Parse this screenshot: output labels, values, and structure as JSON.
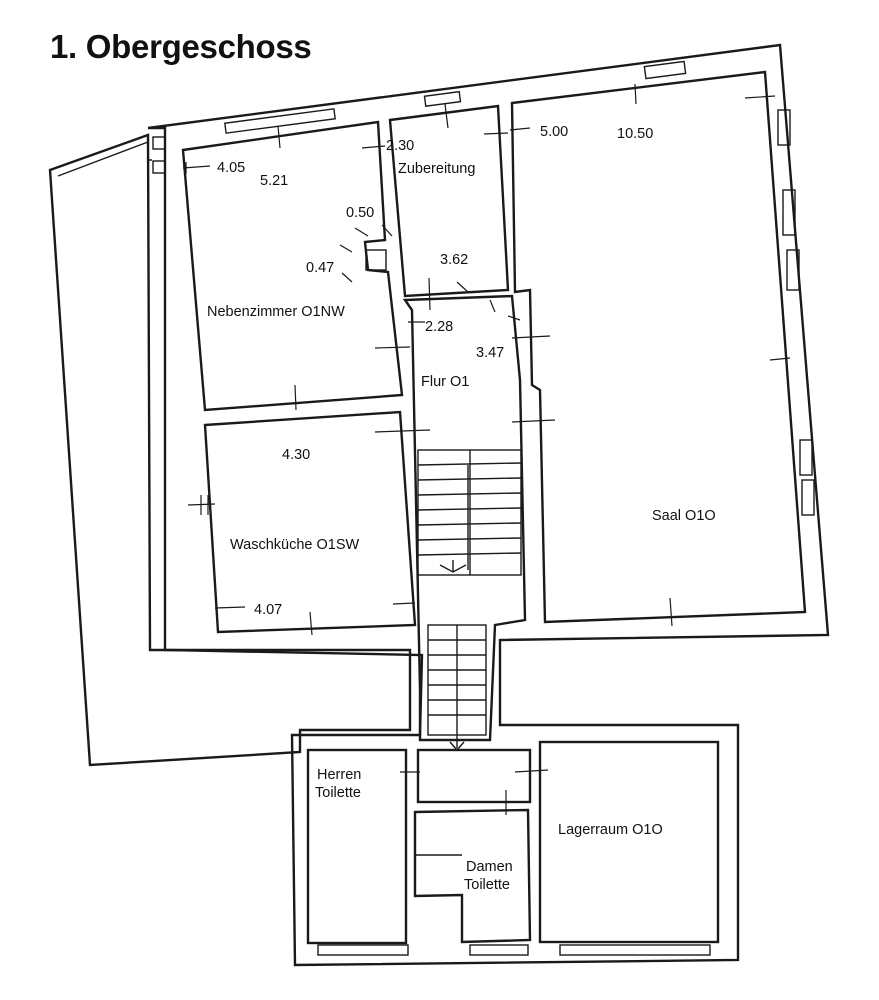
{
  "floor": {
    "title": "1. Obergeschoss"
  },
  "rooms": {
    "nebenzimmer": "Nebenzimmer O1NW",
    "zubereitung": "Zubereitung",
    "flur": "Flur O1",
    "saal": "Saal O1O",
    "waschkueche": "Waschküche O1SW",
    "herren_line1": "Herren",
    "herren_line2": "Toilette",
    "damen_line1": "Damen",
    "damen_line2": "Toilette",
    "lager": "Lagerraum O1O"
  },
  "dimensions": {
    "d405": "4.05",
    "d521": "5.21",
    "d050": "0.50",
    "d047": "0.47",
    "d230": "2.30",
    "d362": "3.62",
    "d228": "2.28",
    "d347": "3.47",
    "d500": "5.00",
    "d1050": "10.50",
    "d430": "4.30",
    "d407": "4.07"
  }
}
